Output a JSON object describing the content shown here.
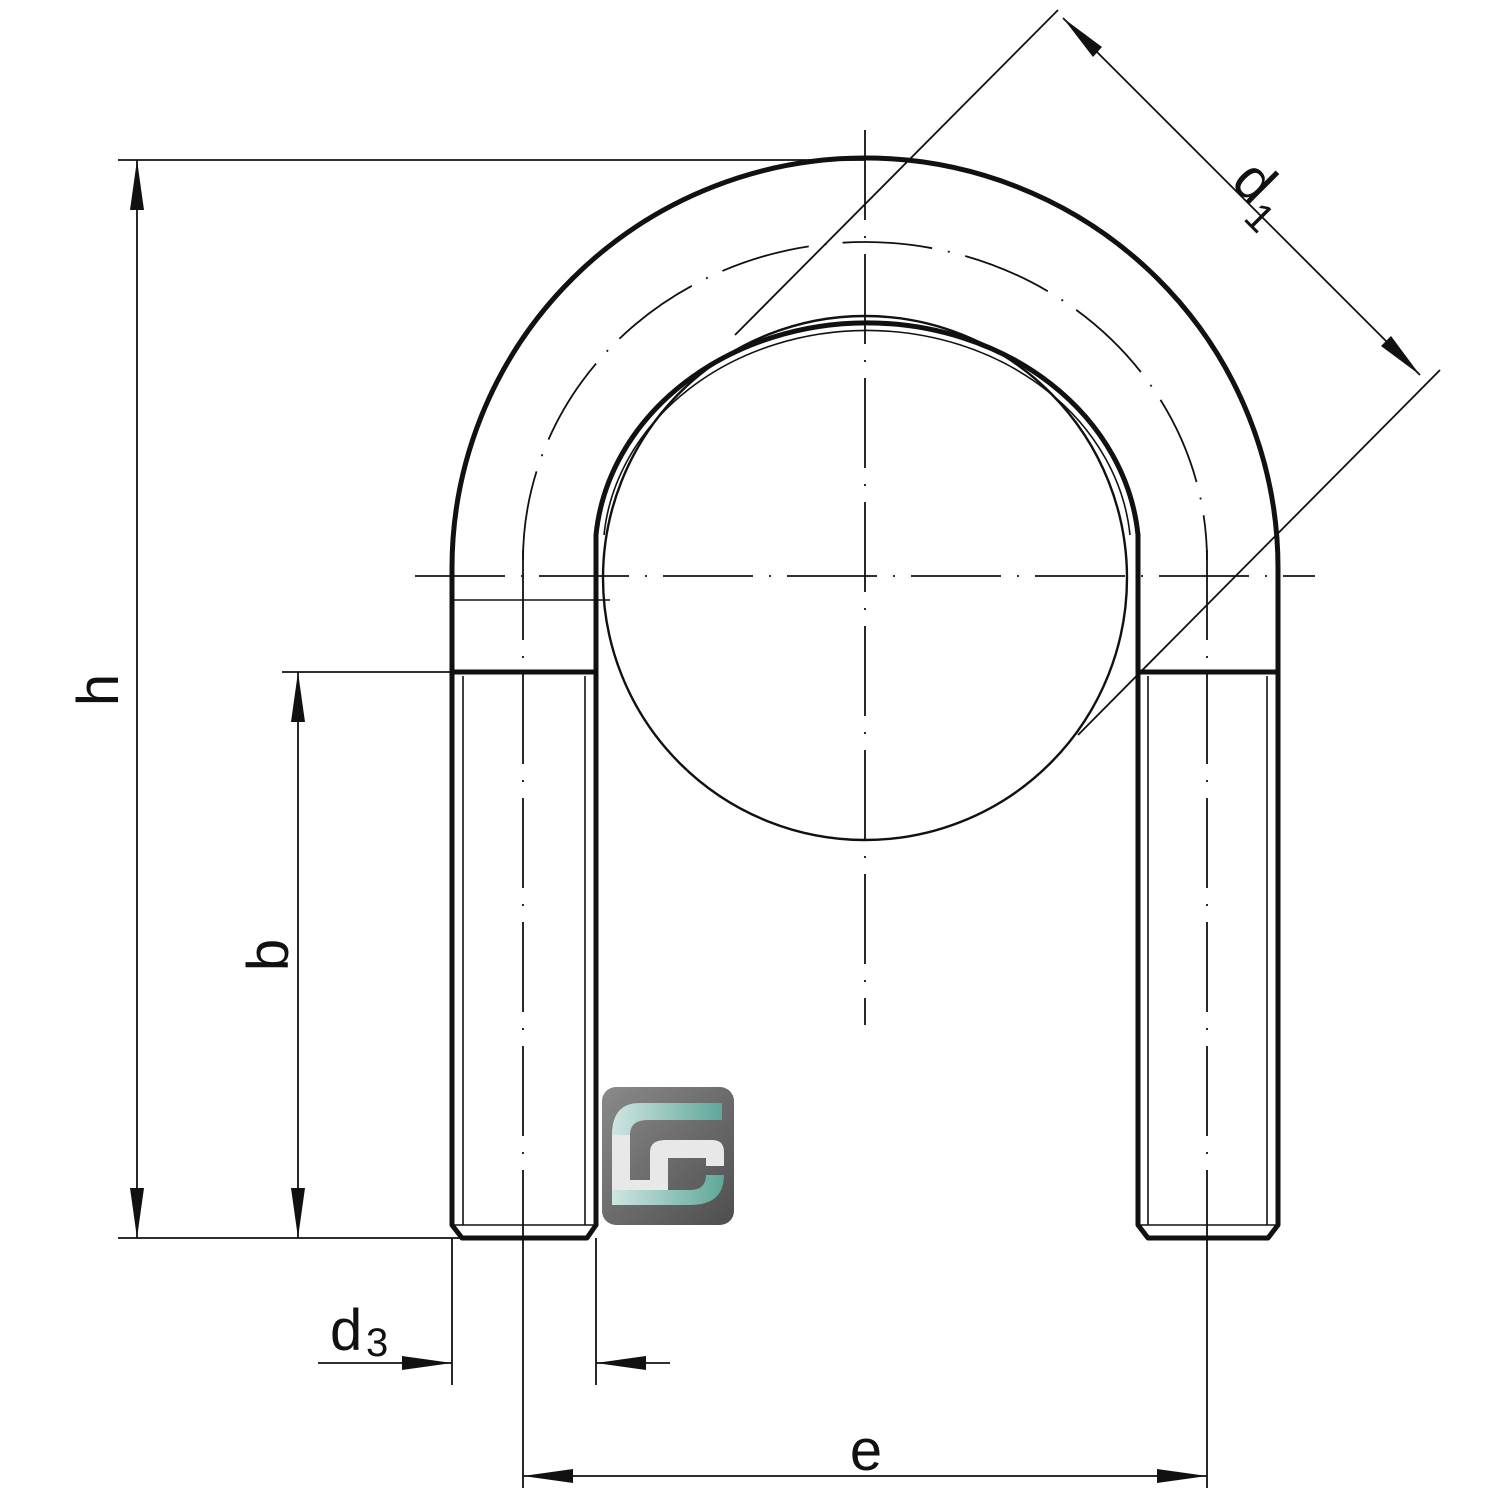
{
  "labels": {
    "h": "h",
    "b": "b",
    "d1_main": "d",
    "d1_sub": "1",
    "d3_main": "d",
    "d3_sub": "3",
    "e": "e"
  },
  "colors": {
    "line": "#111111",
    "logo_dark": "#6b6b6b",
    "logo_light": "#e8e8e8",
    "logo_accent": "#7fb8ae"
  },
  "icons": {
    "logo": "company-logo-icon"
  }
}
